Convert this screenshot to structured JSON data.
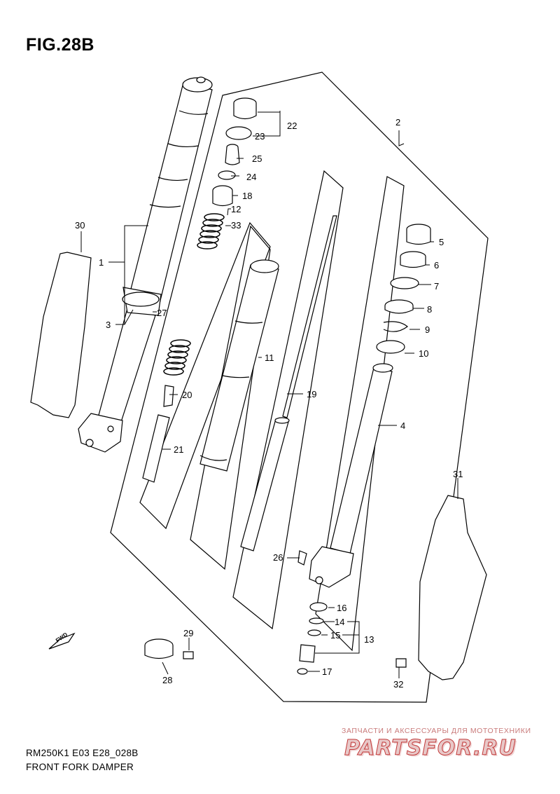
{
  "figure": {
    "title": "FIG.28B",
    "model_line": "RM250K1 E03 E28_028B",
    "name_line": "FRONT FORK DAMPER",
    "fwd_label": "FWD"
  },
  "callouts": {
    "c1": "1",
    "c2": "2",
    "c3": "3",
    "c4": "4",
    "c5": "5",
    "c6": "6",
    "c7": "7",
    "c8": "8",
    "c9": "9",
    "c10": "10",
    "c11": "11",
    "c12": "12",
    "c13": "13",
    "c14": "14",
    "c15": "15",
    "c16": "16",
    "c17": "17",
    "c18": "18",
    "c19": "19",
    "c20": "20",
    "c21": "21",
    "c22": "22",
    "c23": "23",
    "c24": "24",
    "c25": "25",
    "c26": "26",
    "c27": "27",
    "c28": "28",
    "c29": "29",
    "c30": "30",
    "c31": "31",
    "c32": "32",
    "c33": "33"
  },
  "watermark": {
    "tagline": "ЗАПЧАСТИ И АКСЕССУАРЫ ДЛЯ МОТОТЕХНИКИ",
    "logo": "PARTSFOR.RU"
  }
}
